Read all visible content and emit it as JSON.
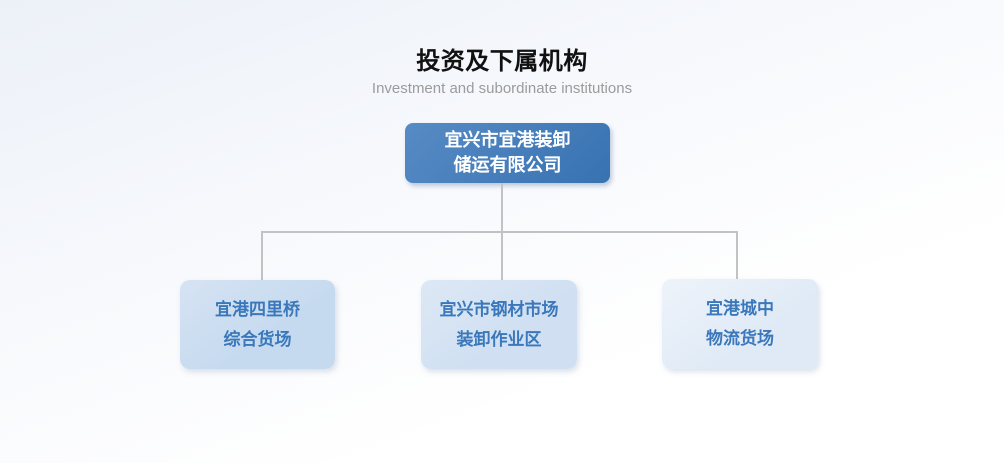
{
  "header": {
    "title": "投资及下属机构",
    "subtitle": "Investment and subordinate institutions"
  },
  "org_chart": {
    "root": {
      "line1": "宜兴市宜港装卸",
      "line2": "储运有限公司"
    },
    "children": [
      {
        "line1": "宜港四里桥",
        "line2": "综合货场"
      },
      {
        "line1": "宜兴市钢材市场",
        "line2": "装卸作业区"
      },
      {
        "line1": "宜港城中",
        "line2": "物流货场"
      }
    ]
  },
  "colors": {
    "title_text": "#111111",
    "subtitle_text": "#9b9b9b",
    "root_box_fill": "#3b78bb",
    "root_box_text": "#ffffff",
    "child_text": "#3a78bb",
    "child_left_fill": "#c6daef",
    "child_middle_fill": "#d0e0f2",
    "child_right_fill": "#dfeaf6",
    "connector": "#c2c2c2",
    "page_bg_top": "#ecf1f8",
    "page_bg_bottom": "#ffffff"
  }
}
